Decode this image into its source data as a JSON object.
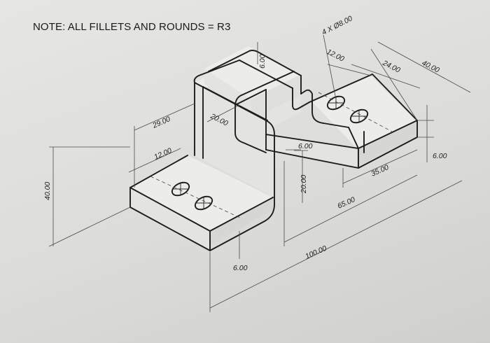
{
  "note": "NOTE: ALL FILLETS AND ROUNDS = R3",
  "dimensions": {
    "holes": "4 X Ø8.00",
    "d_12_top": "12.00",
    "d_24": "24.00",
    "d_40_right": "40.00",
    "d_6_right": "6.00",
    "d_35": "35.00",
    "d_65": "65.00",
    "d_100": "100.00",
    "d_29": "29.00",
    "d_12_left": "12.00",
    "d_20_top": "20.00",
    "d_6_top": "6.00",
    "d_40_left": "40.00",
    "d_6_bottom": "6.00",
    "d_20_vert": "20.00",
    "d_6_inner": "6.00"
  }
}
